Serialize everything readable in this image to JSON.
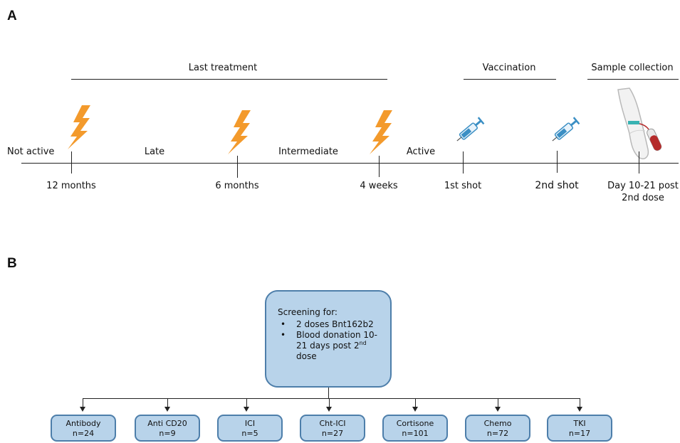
{
  "panel_a": {
    "letter": "A",
    "bracket_labels": {
      "last_treatment": "Last treatment",
      "vaccination": "Vaccination",
      "sample_collection": "Sample collection"
    },
    "phases": {
      "not_active": "Not active",
      "late": "Late",
      "intermediate": "Intermediate",
      "active": "Active"
    },
    "ticks": {
      "m12": "12 months",
      "m6": "6 months",
      "w4": "4 weeks",
      "shot1": "1st shot",
      "shot2": "2nd shot",
      "day_line1": "Day 10-21 post",
      "day_line2": "2nd dose"
    },
    "colors": {
      "lightning": "#f39a2c",
      "syringe": "#3b8fc4",
      "blood": "#b52b2b"
    },
    "icons": [
      "lightning-icon",
      "syringe-icon",
      "arm-blood-draw-icon"
    ]
  },
  "panel_b": {
    "letter": "B",
    "screening": {
      "title": "Screening for:",
      "item1": "2 doses Bnt162b2",
      "item2_pre": "Blood donation 10-21 days post 2",
      "item2_sup": "nd",
      "item2_post": "dose"
    },
    "categories": [
      {
        "name": "Antibody",
        "n": "n=24"
      },
      {
        "name": "Anti CD20",
        "n": "n=9"
      },
      {
        "name": "ICI",
        "n": "n=5"
      },
      {
        "name": "Cht-ICI",
        "n": "n=27"
      },
      {
        "name": "Cortisone",
        "n": "n=101"
      },
      {
        "name": "Chemo",
        "n": "n=72"
      },
      {
        "name": "TKI",
        "n": "n=17"
      }
    ],
    "colors": {
      "box_fill": "#b8d3ea",
      "box_border": "#4d7eaa"
    }
  }
}
